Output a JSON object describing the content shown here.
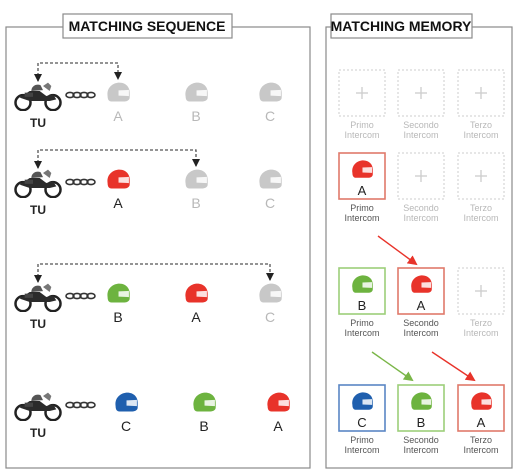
{
  "left_panel": {
    "title": "MATCHING SEQUENCE",
    "rows": [
      {
        "you": "TU",
        "helmets": [
          {
            "letter": "A",
            "color": "#c8c8c8"
          },
          {
            "letter": "B",
            "color": "#c8c8c8"
          },
          {
            "letter": "C",
            "color": "#c8c8c8"
          }
        ]
      },
      {
        "you": "TU",
        "helmets": [
          {
            "letter": "A",
            "color": "#e8332a"
          },
          {
            "letter": "B",
            "color": "#c8c8c8"
          },
          {
            "letter": "C",
            "color": "#c8c8c8"
          }
        ]
      },
      {
        "you": "TU",
        "helmets": [
          {
            "letter": "B",
            "color": "#6db33f"
          },
          {
            "letter": "A",
            "color": "#e8332a"
          },
          {
            "letter": "C",
            "color": "#c8c8c8"
          }
        ]
      },
      {
        "you": "TU",
        "helmets": [
          {
            "letter": "C",
            "color": "#1f5fae"
          },
          {
            "letter": "B",
            "color": "#6db33f"
          },
          {
            "letter": "A",
            "color": "#e8332a"
          }
        ]
      }
    ]
  },
  "right_panel": {
    "title": "MATCHING MEMORY",
    "groups": [
      {
        "slots": [
          {
            "state": "empty",
            "label": [
              "Primo",
              "Intercom"
            ]
          },
          {
            "state": "empty",
            "label": [
              "Secondo",
              "Intercom"
            ]
          },
          {
            "state": "empty",
            "label": [
              "Terzo",
              "Intercom"
            ]
          }
        ]
      },
      {
        "slots": [
          {
            "state": "filled",
            "letter": "A",
            "color": "#e8332a",
            "border": "#e07a6a",
            "label": [
              "Primo",
              "Intercom"
            ]
          },
          {
            "state": "empty",
            "label": [
              "Secondo",
              "Intercom"
            ]
          },
          {
            "state": "empty",
            "label": [
              "Terzo",
              "Intercom"
            ]
          }
        ]
      },
      {
        "slots": [
          {
            "state": "filled",
            "letter": "B",
            "color": "#6db33f",
            "border": "#9ccf7a",
            "label": [
              "Primo",
              "Intercom"
            ]
          },
          {
            "state": "filled",
            "letter": "A",
            "color": "#e8332a",
            "border": "#e07a6a",
            "label": [
              "Secondo",
              "Intercom"
            ]
          },
          {
            "state": "empty",
            "label": [
              "Terzo",
              "Intercom"
            ]
          }
        ]
      },
      {
        "slots": [
          {
            "state": "filled",
            "letter": "C",
            "color": "#1f5fae",
            "border": "#5a86c4",
            "label": [
              "Primo",
              "Intercom"
            ]
          },
          {
            "state": "filled",
            "letter": "B",
            "color": "#6db33f",
            "border": "#9ccf7a",
            "label": [
              "Secondo",
              "Intercom"
            ]
          },
          {
            "state": "filled",
            "letter": "A",
            "color": "#e8332a",
            "border": "#e07a6a",
            "label": [
              "Terzo",
              "Intercom"
            ]
          }
        ]
      }
    ]
  },
  "colors": {
    "panel_border": "#8a8a8a",
    "dashed_link": "#555555",
    "red_arrow": "#e8332a",
    "green_arrow": "#7ab648",
    "empty_slot": "#d6d6d6",
    "faded_text": "#b8b8b8"
  }
}
